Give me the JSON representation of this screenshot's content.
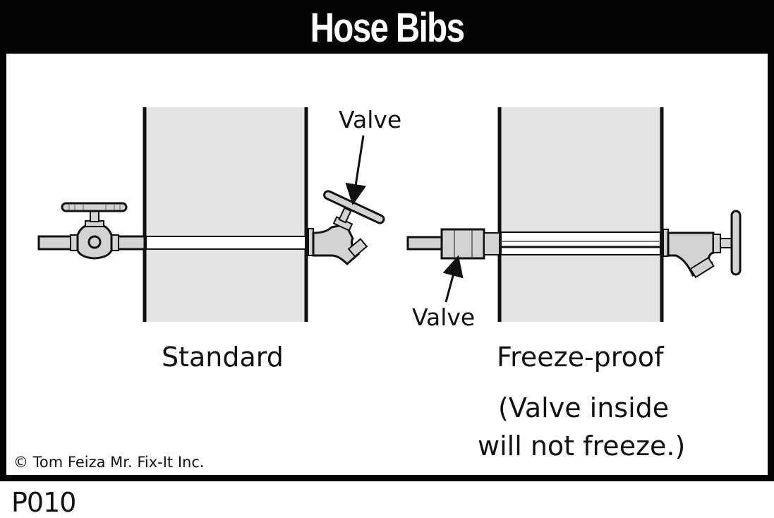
{
  "title": "Hose Bibs",
  "diagrams": [
    {
      "name": "standard",
      "caption": "Standard",
      "callout": "Valve"
    },
    {
      "name": "freeze-proof",
      "caption": "Freeze-proof",
      "callout": "Valve",
      "note_line1": "(Valve inside",
      "note_line2": "will not freeze.)"
    }
  ],
  "copyright": "© Tom Feiza Mr. Fix-It Inc.",
  "code": "P010",
  "colors": {
    "frame": "#050505",
    "wall": "#e4e4e6",
    "fitting": "#d3d3d5",
    "outline": "#111111",
    "background": "#ffffff"
  }
}
